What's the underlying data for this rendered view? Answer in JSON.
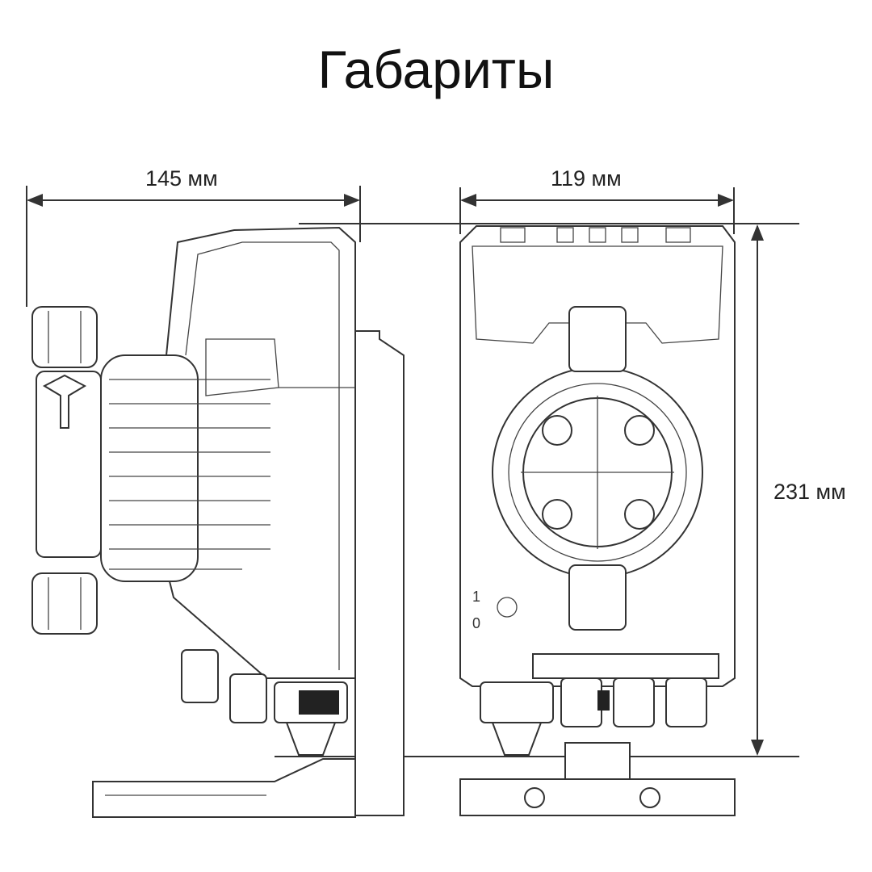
{
  "title": "Габариты",
  "dimensions": {
    "width_side": "145 мм",
    "width_front": "119 мм",
    "height": "231 мм"
  },
  "views": [
    "side-view",
    "front-view"
  ],
  "front_switch_labels": [
    "1",
    "0"
  ]
}
